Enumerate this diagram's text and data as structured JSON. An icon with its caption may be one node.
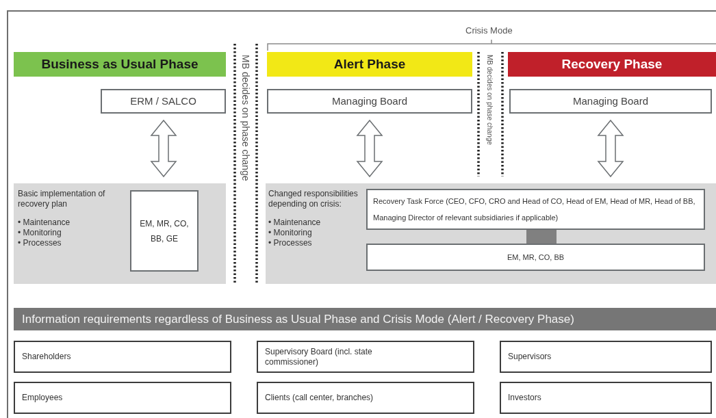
{
  "diagram": {
    "nodes": [
      {
        "text": [
          "Business as Usual Phase"
        ]
      },
      {
        "text": [
          "Alert Phase"
        ]
      },
      {
        "text": [
          "Recovery Phase"
        ]
      },
      {
        "text": [
          "ERM / SALCO"
        ]
      },
      {
        "text": [
          "Managing Board"
        ]
      },
      {
        "text": [
          "Managing Board"
        ]
      },
      {
        "text": [
          "Basic implementation of recovery plan",
          "• Maintenance",
          "• Monitoring",
          "• Processes"
        ]
      },
      {
        "text": [
          "EM, MR, CO, BB, GE"
        ],
        "in": 6
      },
      {
        "text": [
          "Changed responsibilities depending on crisis:",
          "• Maintenance",
          "• Monitoring",
          "• Processes"
        ]
      },
      {
        "text": [
          "Recovery Task Force (CEO, CFO, CRO and Head of CO, Head of EM, Head of MR, Head of BB, Managing Director of relevant subsidiaries if applicable)"
        ],
        "in": 8
      },
      {
        "text": [
          "EM, MR, CO, BB"
        ],
        "in": 8
      },
      {
        "text": [
          "Information requirements regardless of Business as Usual Phase and Crisis Mode (Alert / Recovery Phase)"
        ]
      },
      {
        "text": [
          "Shareholders"
        ]
      },
      {
        "text": [
          "Supervisory Board (incl. state commissioner)"
        ]
      },
      {
        "text": [
          "Supervisors"
        ]
      },
      {
        "text": [
          "Employees"
        ]
      },
      {
        "text": [
          "Clients (call center, branches)"
        ]
      },
      {
        "text": [
          "Investors"
        ]
      }
    ],
    "edges": [
      {
        "from": 3,
        "to": 6,
        "arrow": "both"
      },
      {
        "from": 4,
        "to": 8,
        "arrow": "both"
      },
      {
        "from": 5,
        "to": 8,
        "arrow": "both"
      },
      {
        "from": 9,
        "to": 10,
        "arrow": "none",
        "style": "thick",
        "color": "#808080"
      }
    ],
    "labels": [
      "Crisis Mode",
      "MB decides on phase change",
      "MB decides on phase change"
    ]
  }
}
